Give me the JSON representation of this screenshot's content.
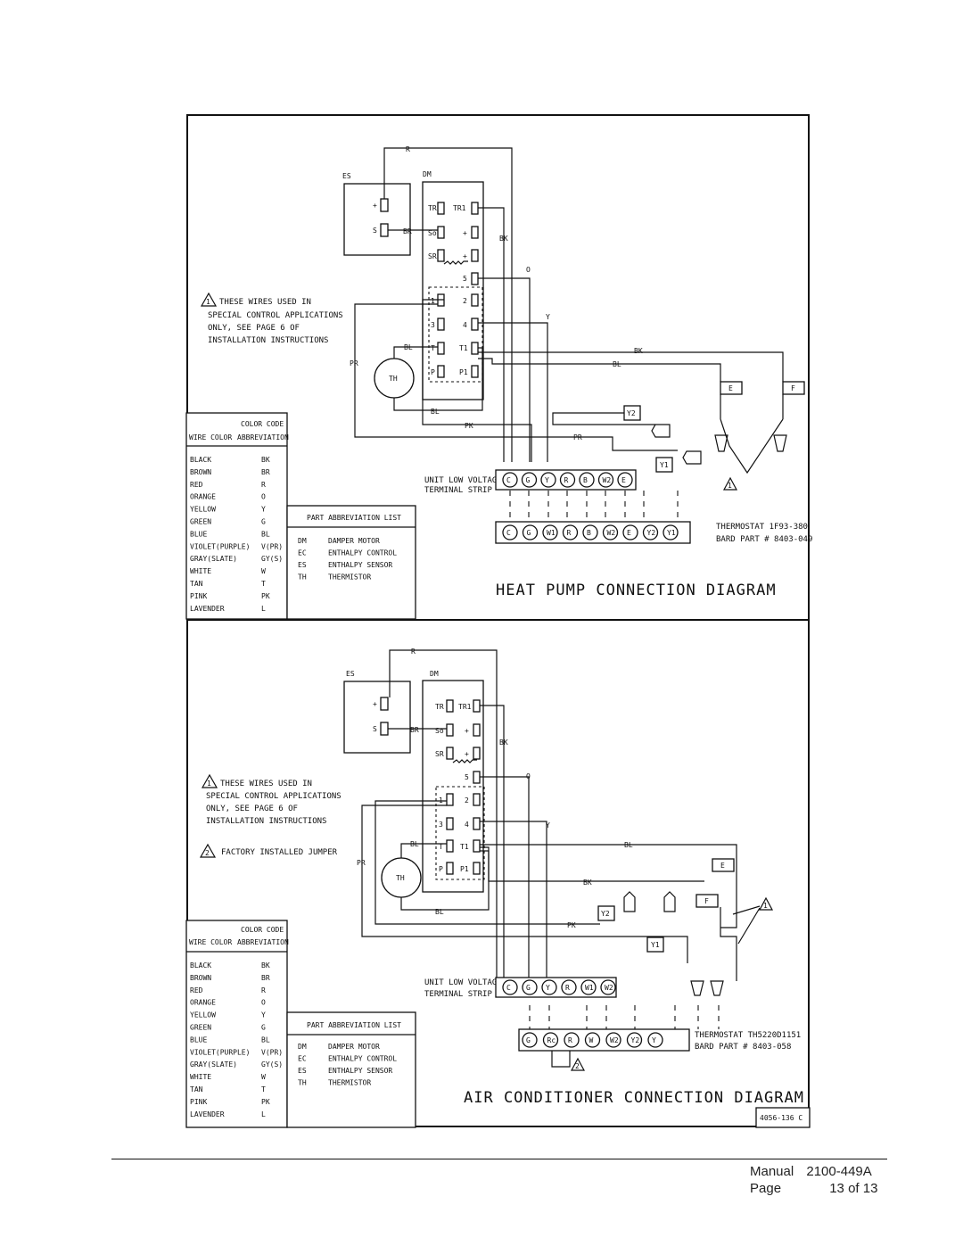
{
  "hp": {
    "title": "HEAT PUMP CONNECTION DIAGRAM",
    "note": [
      "THESE WIRES USED IN",
      "SPECIAL CONTROL APPLICATIONS",
      "ONLY, SEE PAGE 6 OF",
      "INSTALLATION INSTRUCTIONS"
    ],
    "thermostat": [
      "THERMOSTAT 1F93-380",
      "BARD PART # 8403-049"
    ],
    "unit_terminals": [
      "C",
      "G",
      "Y",
      "R",
      "B",
      "W2",
      "E"
    ],
    "tstat_terminals": [
      "C",
      "G",
      "W1",
      "R",
      "B",
      "W2",
      "E",
      "Y2",
      "Y1"
    ]
  },
  "ac": {
    "title": "AIR CONDITIONER CONNECTION DIAGRAM",
    "note": [
      "THESE WIRES USED IN",
      "SPECIAL CONTROL APPLICATIONS",
      "ONLY, SEE PAGE 6 OF",
      "INSTALLATION INSTRUCTIONS"
    ],
    "jumper_note": "FACTORY INSTALLED JUMPER",
    "thermostat": [
      "THERMOSTAT TH5220D1151",
      "BARD PART # 8403-058"
    ],
    "unit_terminals": [
      "C",
      "G",
      "Y",
      "R",
      "W1",
      "W2"
    ],
    "tstat_terminals": [
      "G",
      "Rc",
      "R",
      "W",
      "W2",
      "Y2",
      "Y"
    ],
    "drawing_no": "4056-136 C"
  },
  "labels": {
    "es": "ES",
    "dm": "DM",
    "th": "TH",
    "r": "R",
    "br": "BR",
    "bk": "BK",
    "o": "O",
    "y": "Y",
    "bl": "BL",
    "pk": "PK",
    "pr": "PR",
    "e": "E",
    "f": "F",
    "y1": "Y1",
    "y2": "Y2",
    "one": "1",
    "two": "2",
    "plus": "+",
    "s": "S",
    "tr": "TR",
    "tr1": "TR1",
    "so": "So",
    "sr": "SR",
    "t": "T",
    "t1": "T1",
    "p": "P",
    "p1": "P1",
    "n1": "1",
    "n2": "2",
    "n3": "3",
    "n4": "4",
    "n5": "5",
    "unit_strip": [
      "UNIT LOW VOLTAGE",
      "TERMINAL STRIP"
    ]
  },
  "color_code": {
    "header": [
      "COLOR CODE",
      "WIRE COLOR",
      "ABBREVIATION"
    ],
    "rows": [
      [
        "BLACK",
        "BK"
      ],
      [
        "BROWN",
        "BR"
      ],
      [
        "RED",
        "R"
      ],
      [
        "ORANGE",
        "O"
      ],
      [
        "YELLOW",
        "Y"
      ],
      [
        "GREEN",
        "G"
      ],
      [
        "BLUE",
        "BL"
      ],
      [
        "VIOLET(PURPLE)",
        "V(PR)"
      ],
      [
        "GRAY(SLATE)",
        "GY(S)"
      ],
      [
        "WHITE",
        "W"
      ],
      [
        "TAN",
        "T"
      ],
      [
        "PINK",
        "PK"
      ],
      [
        "LAVENDER",
        "L"
      ]
    ]
  },
  "parts": {
    "header": "PART ABBREVIATION LIST",
    "rows": [
      [
        "DM",
        "DAMPER MOTOR"
      ],
      [
        "EC",
        "ENTHALPY CONTROL"
      ],
      [
        "ES",
        "ENTHALPY SENSOR"
      ],
      [
        "TH",
        "THERMISTOR"
      ]
    ]
  },
  "footer": {
    "manual_label": "Manual",
    "manual_value": "2100-449A",
    "page_label": "Page",
    "page_value": "13 of 13"
  }
}
